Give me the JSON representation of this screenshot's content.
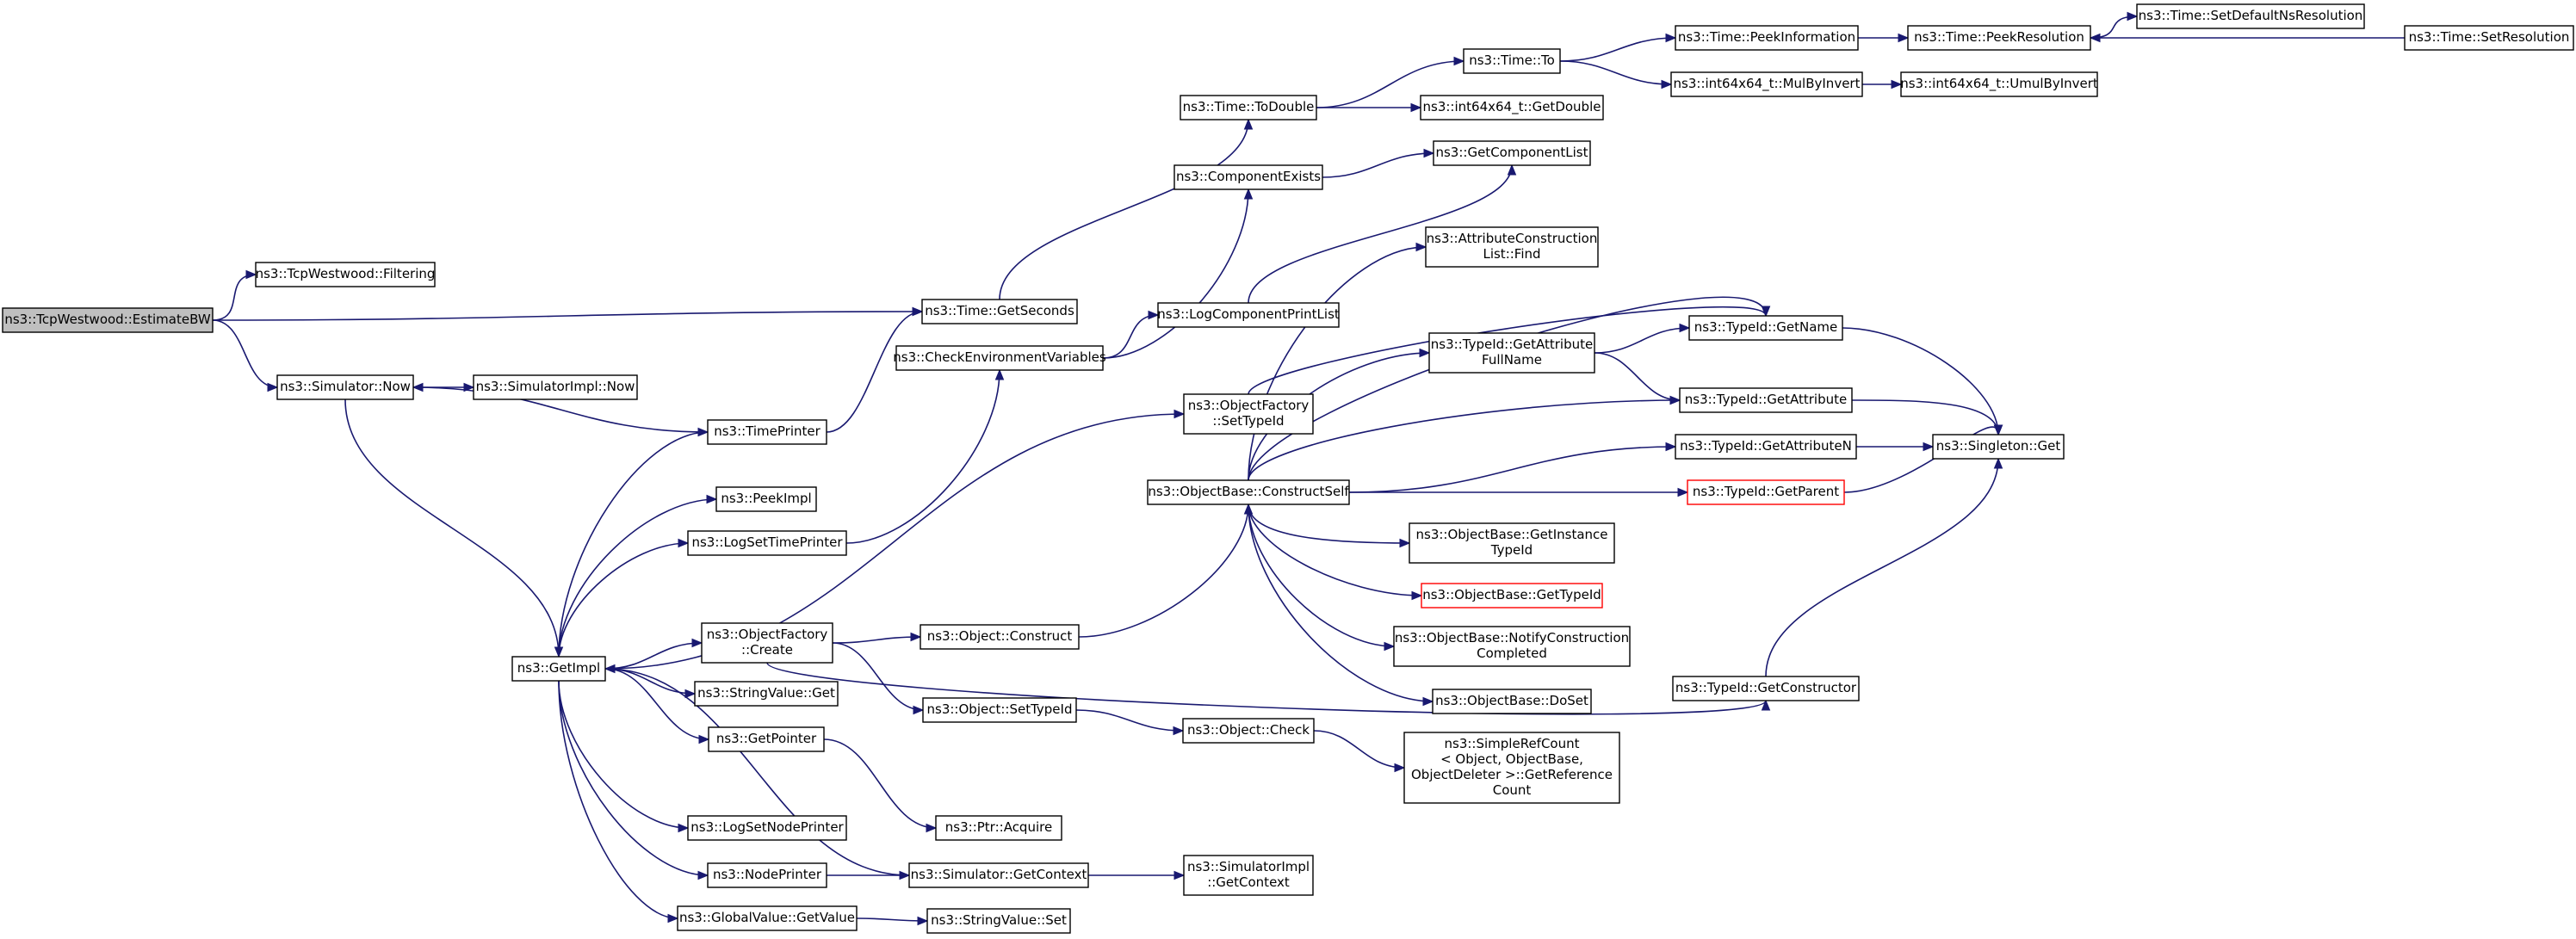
{
  "diagram": {
    "nodes": [
      {
        "id": "estimatebw",
        "lines": [
          "ns3::TcpWestwood::EstimateBW"
        ],
        "root": true
      },
      {
        "id": "filtering",
        "lines": [
          "ns3::TcpWestwood::Filtering"
        ]
      },
      {
        "id": "simnow",
        "lines": [
          "ns3::Simulator::Now"
        ]
      },
      {
        "id": "simimplnow",
        "lines": [
          "ns3::SimulatorImpl::Now"
        ]
      },
      {
        "id": "getimpl",
        "lines": [
          "ns3::GetImpl"
        ]
      },
      {
        "id": "timeprinter",
        "lines": [
          "ns3::TimePrinter"
        ]
      },
      {
        "id": "peekimpl",
        "lines": [
          "ns3::PeekImpl"
        ]
      },
      {
        "id": "logsettimeprinter",
        "lines": [
          "ns3::LogSetTimePrinter"
        ]
      },
      {
        "id": "objfactorycreate",
        "lines": [
          "ns3::ObjectFactory",
          "::Create"
        ]
      },
      {
        "id": "stringvalueget",
        "lines": [
          "ns3::StringValue::Get"
        ]
      },
      {
        "id": "getpointer",
        "lines": [
          "ns3::GetPointer"
        ]
      },
      {
        "id": "logsetnodeprinter",
        "lines": [
          "ns3::LogSetNodePrinter"
        ]
      },
      {
        "id": "nodeprinter",
        "lines": [
          "ns3::NodePrinter"
        ]
      },
      {
        "id": "globalvalueget",
        "lines": [
          "ns3::GlobalValue::GetValue"
        ]
      },
      {
        "id": "stringvalueset",
        "lines": [
          "ns3::StringValue::Set"
        ]
      },
      {
        "id": "simgetcontext",
        "lines": [
          "ns3::Simulator::GetContext"
        ]
      },
      {
        "id": "simimplgetcontext",
        "lines": [
          "ns3::SimulatorImpl",
          "::GetContext"
        ]
      },
      {
        "id": "ptracquire",
        "lines": [
          "ns3::Ptr::Acquire"
        ]
      },
      {
        "id": "objsettypeid",
        "lines": [
          "ns3::Object::SetTypeId"
        ]
      },
      {
        "id": "objconstruct",
        "lines": [
          "ns3::Object::Construct"
        ]
      },
      {
        "id": "objcheck",
        "lines": [
          "ns3::Object::Check"
        ]
      },
      {
        "id": "simplerefcount",
        "lines": [
          "ns3::SimpleRefCount",
          "< Object, ObjectBase,",
          "ObjectDeleter >::GetReference",
          "Count"
        ]
      },
      {
        "id": "timegetseconds",
        "lines": [
          "ns3::Time::GetSeconds"
        ]
      },
      {
        "id": "checkenv",
        "lines": [
          "ns3::CheckEnvironmentVariables"
        ]
      },
      {
        "id": "timetodouble",
        "lines": [
          "ns3::Time::ToDouble"
        ]
      },
      {
        "id": "componentexists",
        "lines": [
          "ns3::ComponentExists"
        ]
      },
      {
        "id": "logcomponentprintlist",
        "lines": [
          "ns3::LogComponentPrintList"
        ]
      },
      {
        "id": "objfactorysettypeid",
        "lines": [
          "ns3::ObjectFactory",
          "::SetTypeId"
        ]
      },
      {
        "id": "objbaseconstructself",
        "lines": [
          "ns3::ObjectBase::ConstructSelf"
        ]
      },
      {
        "id": "timeto",
        "lines": [
          "ns3::Time::To"
        ]
      },
      {
        "id": "int64getdouble",
        "lines": [
          "ns3::int64x64_t::GetDouble"
        ]
      },
      {
        "id": "getcomponentlist",
        "lines": [
          "ns3::GetComponentList"
        ]
      },
      {
        "id": "attrconstructionfind",
        "lines": [
          "ns3::AttributeConstruction",
          "List::Find"
        ]
      },
      {
        "id": "typeidgetattrfullname",
        "lines": [
          "ns3::TypeId::GetAttribute",
          "FullName"
        ]
      },
      {
        "id": "objbasegetinstancetypeid",
        "lines": [
          "ns3::ObjectBase::GetInstance",
          "TypeId"
        ]
      },
      {
        "id": "objbasegettypeid",
        "lines": [
          "ns3::ObjectBase::GetTypeId"
        ],
        "red": true
      },
      {
        "id": "objbasenotify",
        "lines": [
          "ns3::ObjectBase::NotifyConstruction",
          "Completed"
        ]
      },
      {
        "id": "objbasedoset",
        "lines": [
          "ns3::ObjectBase::DoSet"
        ]
      },
      {
        "id": "timepeekinfo",
        "lines": [
          "ns3::Time::PeekInformation"
        ]
      },
      {
        "id": "int64mulbyinvert",
        "lines": [
          "ns3::int64x64_t::MulByInvert"
        ]
      },
      {
        "id": "typeidgetname",
        "lines": [
          "ns3::TypeId::GetName"
        ]
      },
      {
        "id": "typeidgetattribute",
        "lines": [
          "ns3::TypeId::GetAttribute"
        ]
      },
      {
        "id": "typeidgetattributen",
        "lines": [
          "ns3::TypeId::GetAttributeN"
        ]
      },
      {
        "id": "typeidgetparent",
        "lines": [
          "ns3::TypeId::GetParent"
        ],
        "red": true
      },
      {
        "id": "typeidgetconstructor",
        "lines": [
          "ns3::TypeId::GetConstructor"
        ]
      },
      {
        "id": "timepeekresolution",
        "lines": [
          "ns3::Time::PeekResolution"
        ]
      },
      {
        "id": "int64umulbyinvert",
        "lines": [
          "ns3::int64x64_t::UmulByInvert"
        ]
      },
      {
        "id": "singletonget",
        "lines": [
          "ns3::Singleton::Get"
        ]
      },
      {
        "id": "timesetdefaultns",
        "lines": [
          "ns3::Time::SetDefaultNsResolution"
        ]
      },
      {
        "id": "timesetresolution",
        "lines": [
          "ns3::Time::SetResolution"
        ]
      }
    ]
  }
}
